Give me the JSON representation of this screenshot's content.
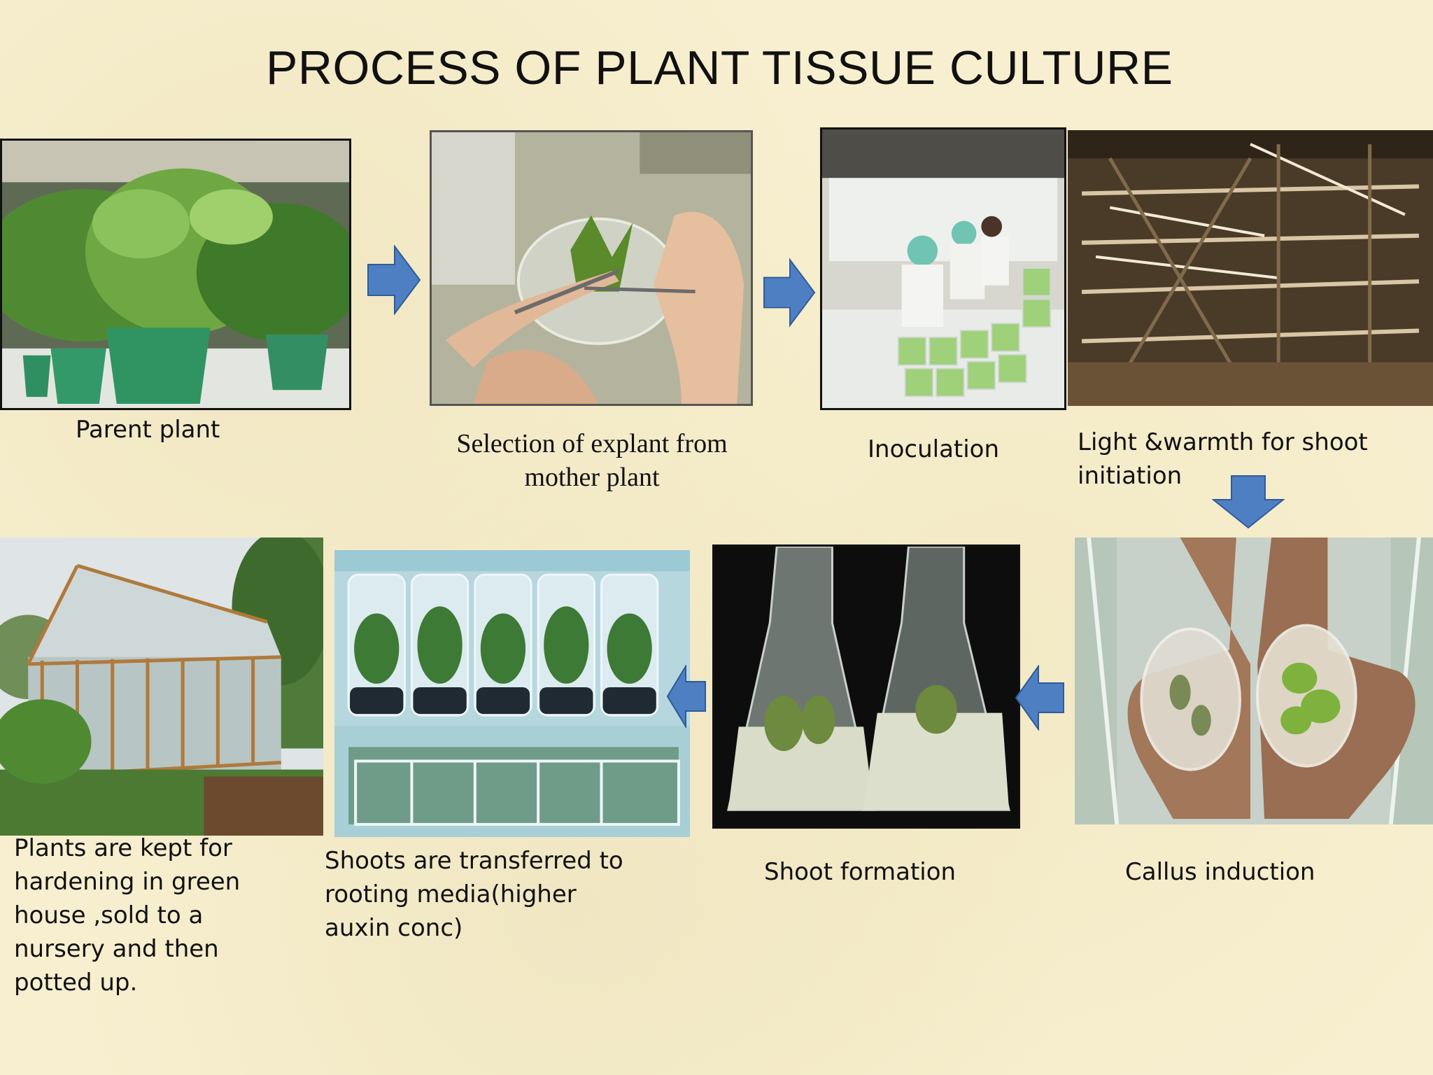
{
  "title": "PROCESS OF PLANT TISSUE CULTURE",
  "colors": {
    "arrow": "#4f7fc3",
    "arrow_stroke": "#2e5c98",
    "background": "#f7efcf"
  },
  "steps": [
    {
      "caption": "Parent plant",
      "image": "potted-plants-photo"
    },
    {
      "caption": "Selection of explant from mother plant",
      "image": "explant-forceps-photo"
    },
    {
      "caption": "Inoculation",
      "image": "lab-workers-photo"
    },
    {
      "caption": "Light &warmth for shoot initiation",
      "image": "growth-room-photo"
    },
    {
      "caption": "Callus induction",
      "image": "petri-dish-hands-photo"
    },
    {
      "caption": "Shoot formation",
      "image": "flasks-photo"
    },
    {
      "caption": "Shoots are transferred to rooting media(higher auxin conc)",
      "image": "culture-jars-photo"
    },
    {
      "caption": "Plants are kept for hardening in green house ,sold to a nursery and then potted up.",
      "image": "greenhouse-photo"
    }
  ]
}
